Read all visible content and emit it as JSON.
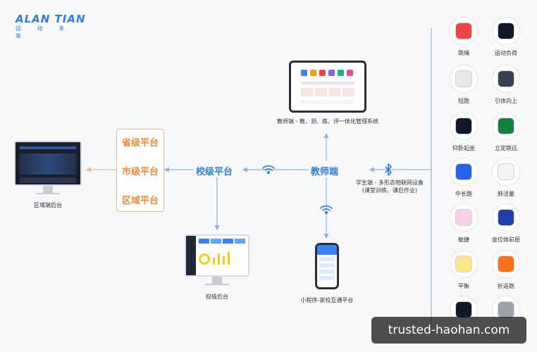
{
  "logo": {
    "mark": "ALAN TIAN",
    "subtitle": "运 动 未 来"
  },
  "admin": {
    "province": "省级平台",
    "city": "市级平台",
    "district": "区域平台"
  },
  "nodes": {
    "region_backend": "区域端后台",
    "school_platform": "校级平台",
    "school_backend": "校级后台",
    "teacher": "教师端",
    "teacher_system": "教师端 - 教、测、练、评一体化管理系统",
    "mini_program": "小程序-家校互通平台",
    "student_line1": "学生端 - 多形态物联网设备",
    "student_line2": "(课堂训练、课后作业)"
  },
  "devices": [
    {
      "label": "跳绳",
      "icon": "jump-rope-icon"
    },
    {
      "label": "运动负荷",
      "icon": "heart-rate-band-icon"
    },
    {
      "label": "短跑",
      "icon": "sprint-sensor-icon"
    },
    {
      "label": "引体向上",
      "icon": "pull-up-sensor-icon"
    },
    {
      "label": "仰卧起坐",
      "icon": "sit-up-belt-icon"
    },
    {
      "label": "立定跳远",
      "icon": "long-jump-mat-icon"
    },
    {
      "label": "中长跑",
      "icon": "wristband-icon"
    },
    {
      "label": "肺活量",
      "icon": "spirometer-icon"
    },
    {
      "label": "敏捷",
      "icon": "agility-pad-icon"
    },
    {
      "label": "坐位体前屈",
      "icon": "sit-reach-icon"
    },
    {
      "label": "平衡",
      "icon": "balance-disc-icon"
    },
    {
      "label": "折返跑",
      "icon": "cone-icon"
    },
    {
      "label": "",
      "icon": "sticks-icon"
    },
    {
      "label": "",
      "icon": "stand-icon"
    }
  ],
  "watermark": "trusted-haohan.com",
  "colors": {
    "blue": "#2f7fd9",
    "orange": "#f08a3c",
    "line_blue": "#8fb4e6",
    "line_orange": "#f4b58a"
  }
}
